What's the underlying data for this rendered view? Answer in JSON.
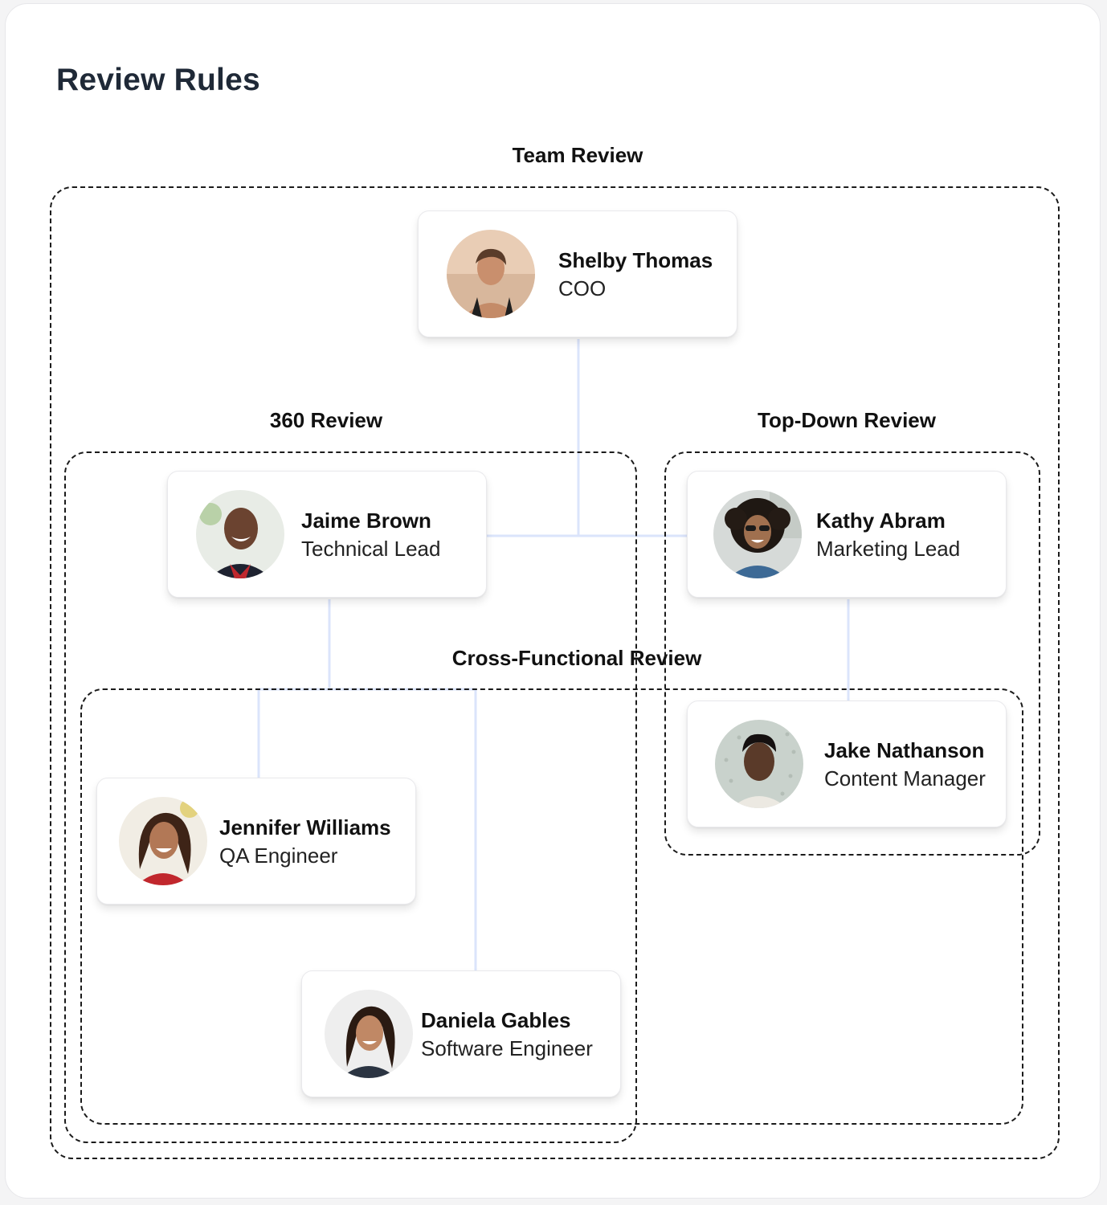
{
  "page": {
    "title": "Review Rules"
  },
  "groups": {
    "team_review": {
      "label": "Team Review"
    },
    "review_360": {
      "label": "360 Review"
    },
    "top_down_review": {
      "label": "Top-Down Review"
    },
    "cross_functional_review": {
      "label": "Cross-Functional Review"
    }
  },
  "people": [
    {
      "name": "Shelby Thomas",
      "role": "COO"
    },
    {
      "name": "Jaime Brown",
      "role": "Technical Lead"
    },
    {
      "name": "Kathy Abram",
      "role": "Marketing Lead"
    },
    {
      "name": "Jake Nathanson",
      "role": "Content Manager"
    },
    {
      "name": "Jennifer Williams",
      "role": "QA Engineer"
    },
    {
      "name": "Daniela Gables",
      "role": "Software Engineer"
    }
  ],
  "colors": {
    "connector": "#dbe4fb",
    "dashed_border": "#1b1b1b",
    "title": "#1f2937"
  }
}
